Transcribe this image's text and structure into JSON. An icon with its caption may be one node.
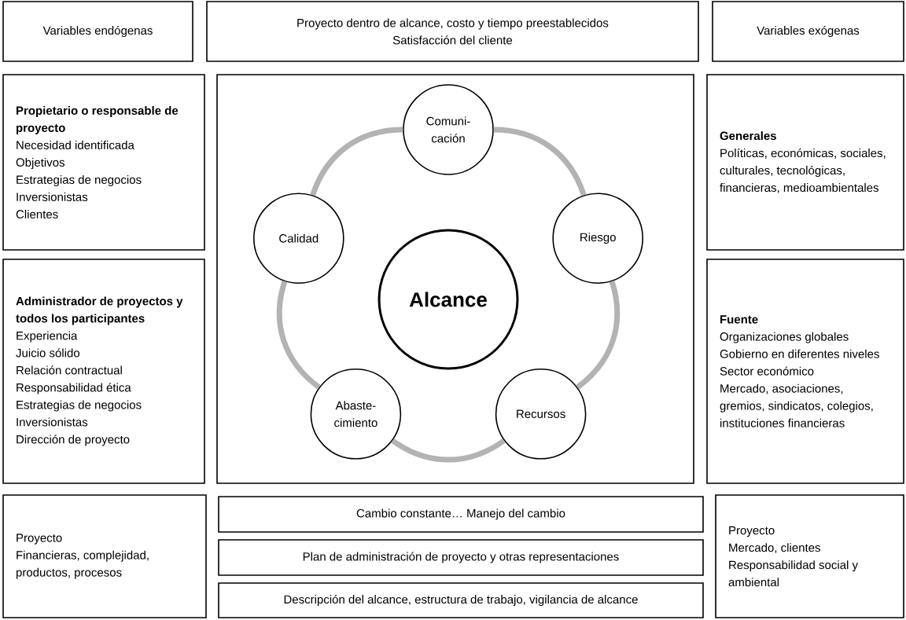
{
  "diagram": {
    "nodes": [
      {
        "text": [
          "Variables endógenas"
        ]
      },
      {
        "text": [
          "Proyecto dentro de alcance, costo y tiempo preestablecidos",
          "Satisfacción del cliente"
        ]
      },
      {
        "text": [
          "Variables exógenas"
        ]
      },
      {
        "text": [
          "Propietario o responsable de proyecto",
          "Necesidad identificada",
          "Objetivos",
          "Estrategias de negocios",
          "Inversionistas",
          "Clientes"
        ]
      },
      {
        "text": [],
        "shape": "box"
      },
      {
        "text": [
          "Comuni- cación"
        ],
        "in": 4
      },
      {
        "text": [
          "Calidad"
        ],
        "in": 4
      },
      {
        "text": [
          "Alcance"
        ],
        "in": 4
      },
      {
        "text": [
          "Riesgo"
        ],
        "in": 4
      },
      {
        "text": [
          "Abaste- cimiento"
        ],
        "in": 4
      },
      {
        "text": [
          "Recursos"
        ],
        "in": 4
      },
      {
        "text": [
          "Generales",
          "Políticas, económicas, sociales, culturales, tecnológicas, financieras, medioambientales"
        ]
      },
      {
        "text": [
          "Administrador de proyectos y todos los participantes",
          "Experiencia",
          "Juicio sólido",
          "Relación contractual",
          "Responsabilidad ética",
          "Estrategias de negocios",
          "Inversionistas",
          "Dirección de proyecto"
        ]
      },
      {
        "text": [
          "Fuente",
          "Organizaciones globales",
          "Gobierno en diferentes niveles",
          "Sector económico",
          "Mercado, asociaciones, gremios, sindicatos, colegios, instituciones financieras"
        ]
      },
      {
        "text": [
          "Proyecto",
          "Financieras, complejidad, productos, procesos"
        ]
      },
      {
        "text": [
          "Cambio constante… Manejo del cambio"
        ]
      },
      {
        "text": [
          "Plan de administración de proyecto y otras representaciones"
        ]
      },
      {
        "text": [
          "Descripción del alcance, estructura de trabajo, vigilancia de alcance"
        ]
      },
      {
        "text": [
          "Proyecto",
          "Mercado, clientes",
          "Responsabilidad social y ambiental"
        ]
      }
    ],
    "edges": [
      {
        "from": 5,
        "to": 8,
        "arrow": "none"
      },
      {
        "from": 8,
        "to": 10,
        "arrow": "none"
      },
      {
        "from": 10,
        "to": 9,
        "arrow": "none"
      },
      {
        "from": 9,
        "to": 6,
        "arrow": "none"
      },
      {
        "from": 6,
        "to": 5,
        "arrow": "none"
      }
    ]
  }
}
